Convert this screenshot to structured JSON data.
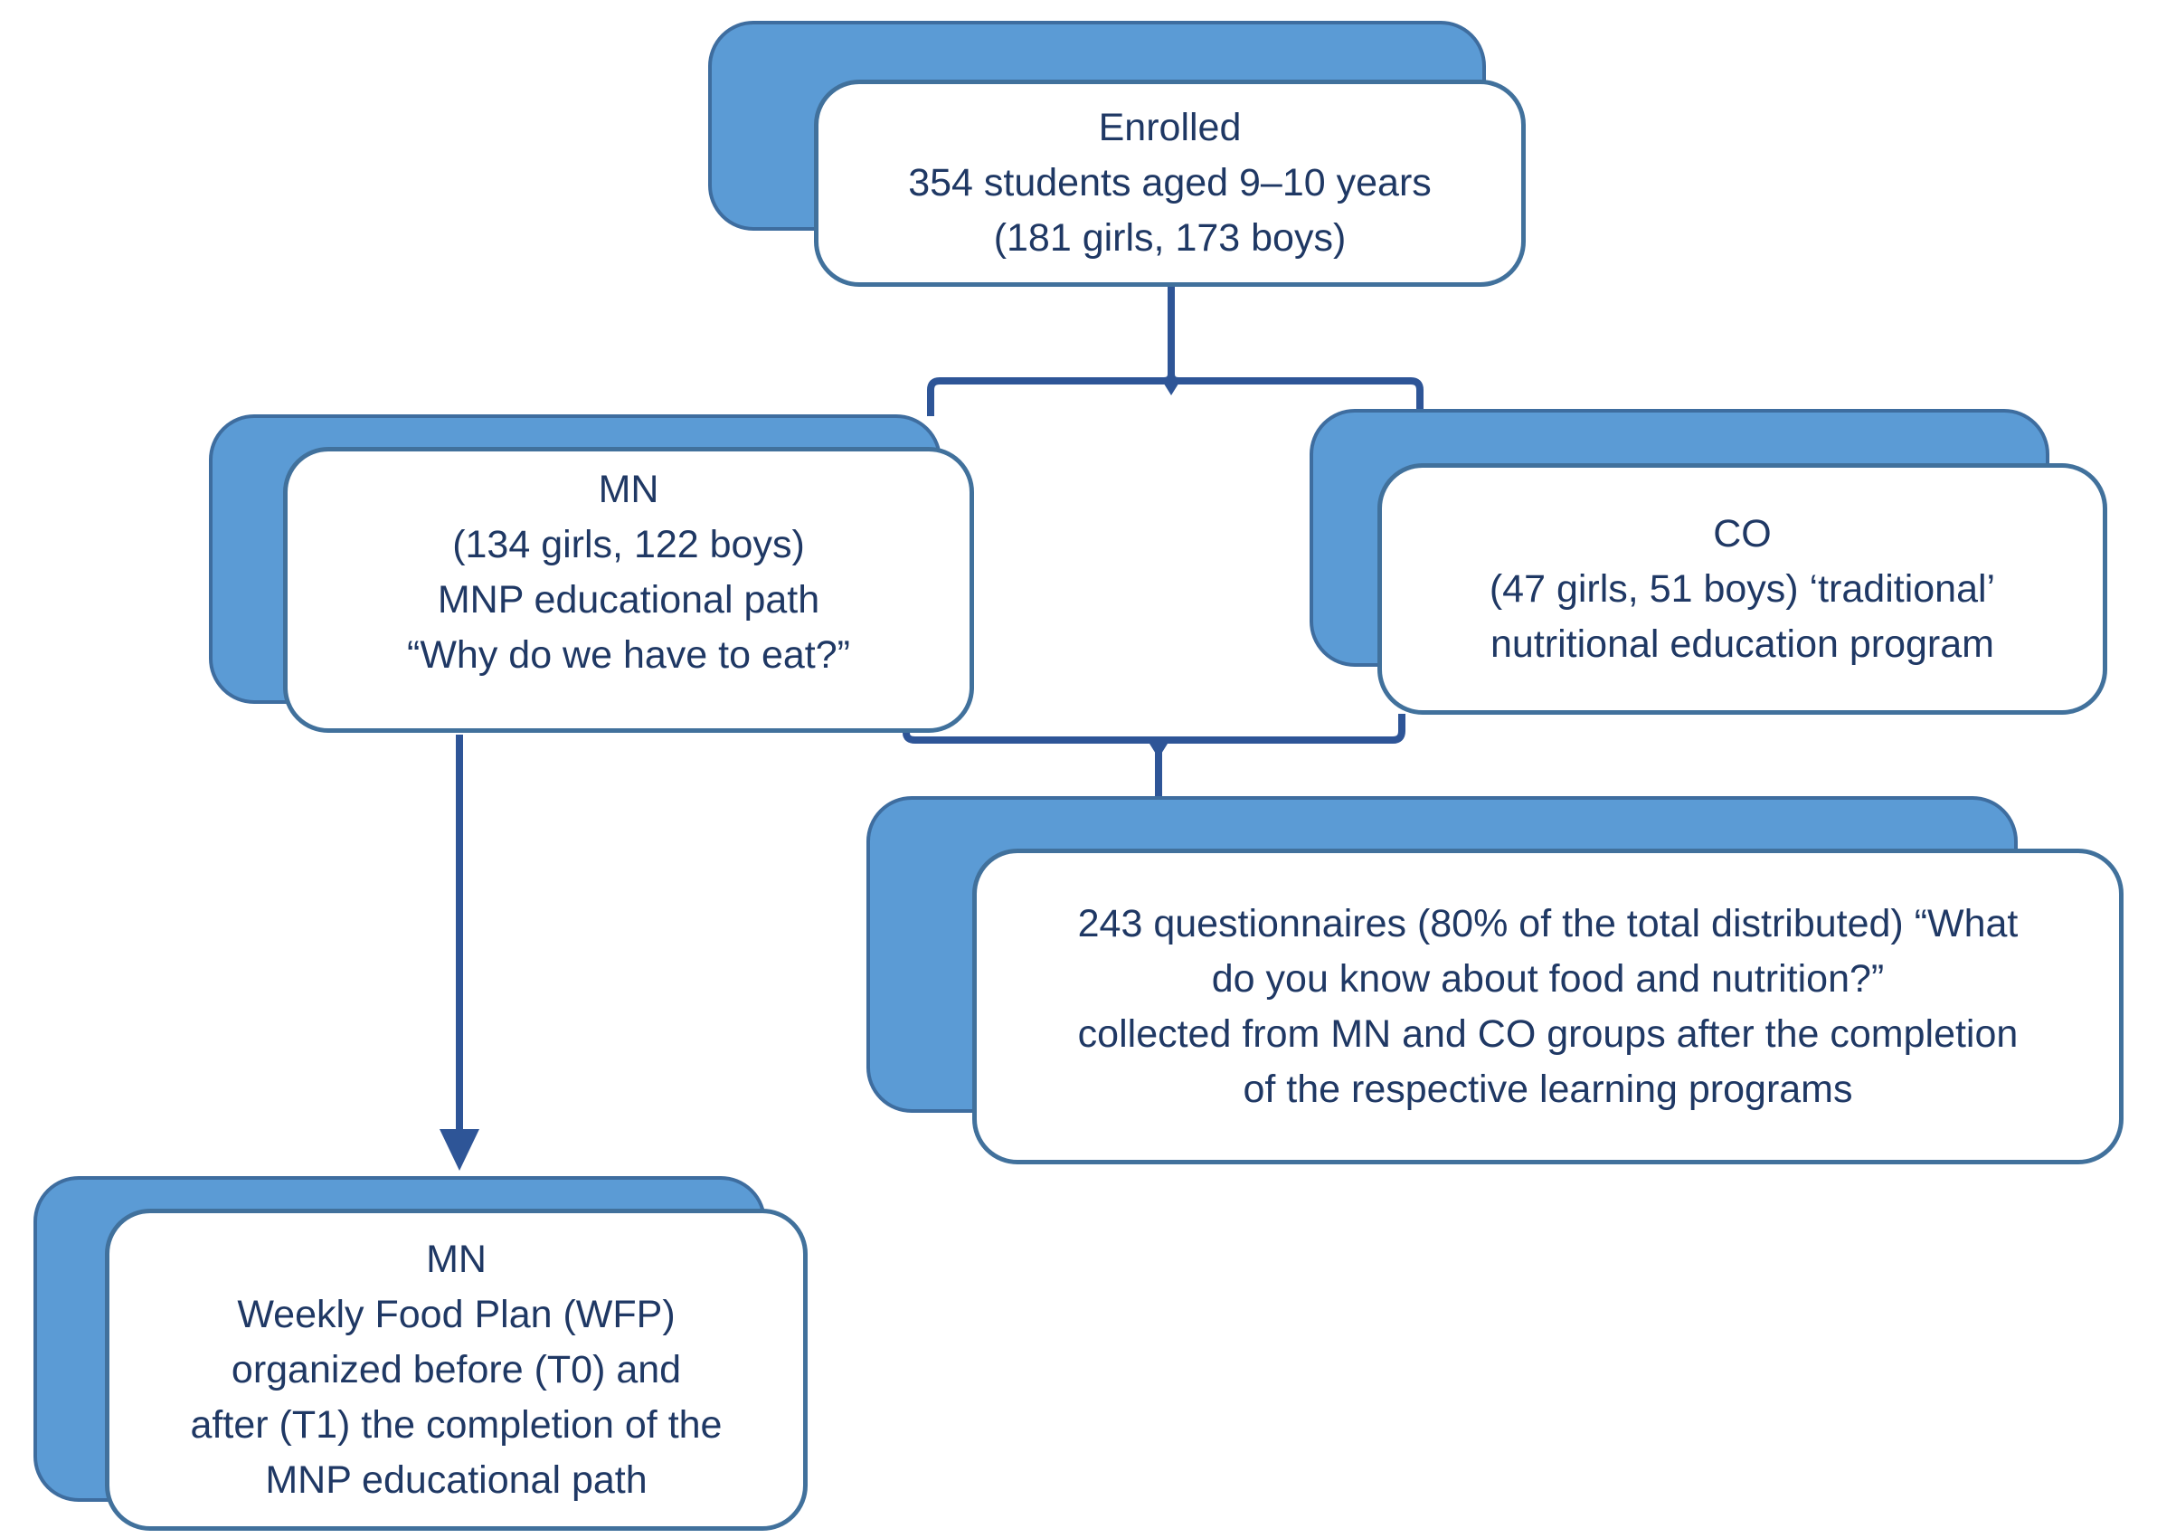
{
  "title": "Study enrollment and intervention flowchart",
  "colors": {
    "shadow_fill": "#5B9BD5",
    "shadow_border": "#3E6D9F",
    "box_border": "#41719C",
    "connector": "#2E5597",
    "text": "#1F3864"
  },
  "nodes": {
    "enrolled": {
      "lines": [
        "Enrolled",
        "354 students aged 9–10 years",
        "(181 girls, 173 boys)"
      ]
    },
    "mn": {
      "lines": [
        "MN",
        "(134 girls, 122 boys)",
        "MNP educational path",
        "“Why do we have to eat?”"
      ]
    },
    "co": {
      "lines": [
        "CO",
        "(47 girls, 51 boys) ‘traditional’",
        "nutritional education program"
      ]
    },
    "questionnaires": {
      "lines": [
        "243 questionnaires (80% of the total distributed) “What",
        "do you know about food and nutrition?”",
        "collected from MN and CO groups after the completion",
        "of the respective learning programs"
      ]
    },
    "wfp": {
      "lines": [
        "MN",
        "Weekly Food Plan (WFP)",
        "organized before (T0) and",
        "after (T1) the completion of the",
        "MNP educational path"
      ]
    }
  }
}
